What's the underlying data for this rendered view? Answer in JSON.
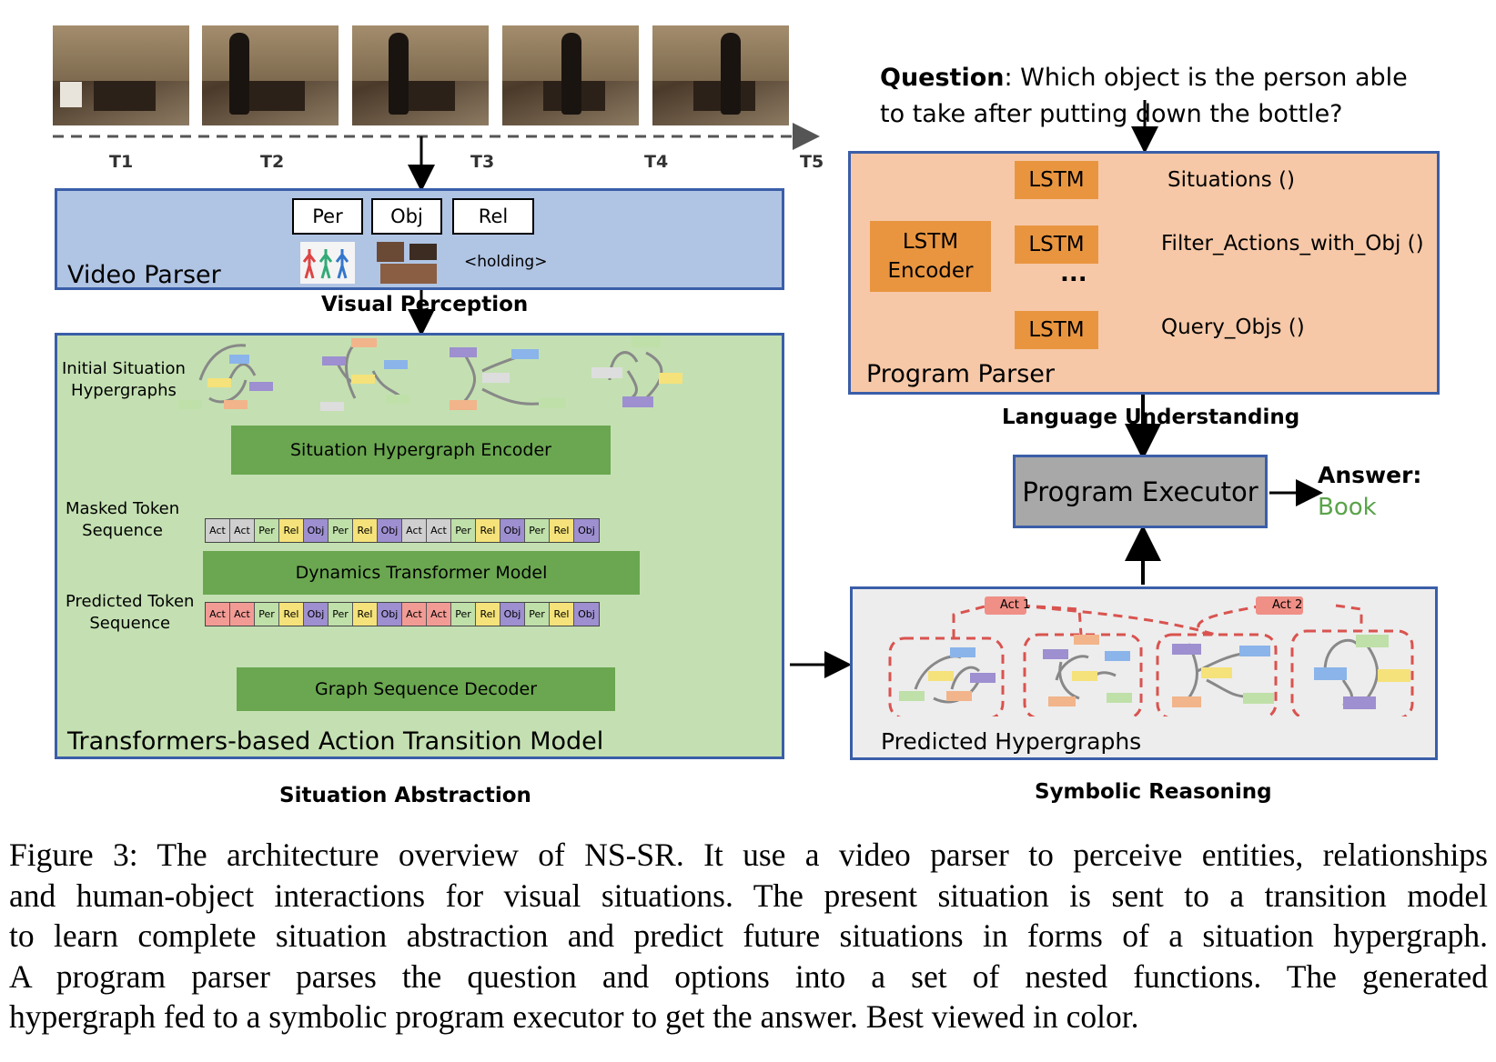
{
  "timeline": {
    "labels": [
      "T1",
      "T2",
      "T3",
      "T4",
      "T5"
    ]
  },
  "video_parser": {
    "title": "Video Parser",
    "tags": [
      "Per",
      "Obj",
      "Rel"
    ],
    "relation_text": "<holding>",
    "section_label": "Visual Perception"
  },
  "situation_abstraction": {
    "initial_label": "Initial Situation\nHypergraphs",
    "encoder": "Situation Hypergraph Encoder",
    "masked_label": "Masked Token\nSequence",
    "transformer": "Dynamics Transformer Model",
    "predicted_label": "Predicted Token\nSequence",
    "decoder": "Graph Sequence Decoder",
    "title": "Transformers-based Action Transition Model",
    "section_label": "Situation Abstraction",
    "tokens": [
      "Act",
      "Act",
      "Per",
      "Rel",
      "Obj",
      "Per",
      "Rel",
      "Obj",
      "Act",
      "Act",
      "Per",
      "Rel",
      "Obj",
      "Per",
      "Rel",
      "Obj"
    ]
  },
  "question": {
    "prefix": "Question",
    "text": ": Which object is the person able\nto take after putting down the bottle?"
  },
  "program_parser": {
    "encoder": "LSTM\nEncoder",
    "lstm": "LSTM",
    "functions": [
      "Situations ()",
      "Filter_Actions_with_Obj ()",
      "Query_Objs ()"
    ],
    "ellipsis": "...",
    "title": "Program Parser",
    "section_label": "Language Understanding"
  },
  "executor": {
    "label": "Program Executor",
    "answer_label": "Answer:",
    "answer": "Book"
  },
  "symbolic": {
    "act_labels": [
      "Act 1",
      "Act 2"
    ],
    "title": "Predicted Hypergraphs",
    "section_label": "Symbolic Reasoning"
  },
  "caption": {
    "lines": [
      "Figure 3: The architecture overview of NS-SR. It use a video parser to perceive entities, relationships",
      "and human-object interactions for visual situations. The present situation is sent to a transition model",
      "to learn complete situation abstraction and predict future situations in forms of a situation hypergraph.",
      "A program parser parses the question and options into a set of nested functions.  The generated",
      "hypergraph fed to a symbolic program executor to get the answer. Best viewed in color."
    ]
  },
  "colors": {
    "blue_box": "#b0c4e4",
    "green_box": "#c4e0b2",
    "orange_box": "#f6c8a7",
    "lstm": "#e99540",
    "answer_green": "#5aa34a",
    "dashed_red": "#d9534f"
  }
}
